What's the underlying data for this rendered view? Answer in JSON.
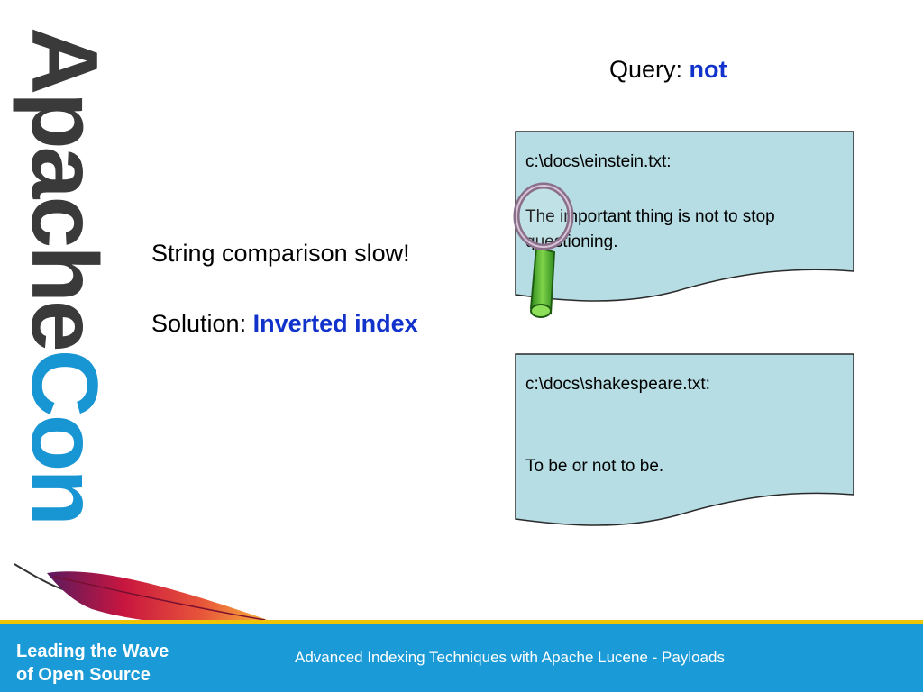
{
  "brand": {
    "apache": "Apache",
    "con": "Con",
    "tagline_line1": "Leading the Wave",
    "tagline_line2": "of Open Source"
  },
  "footer": {
    "title": "Advanced Indexing Techniques with Apache Lucene - Payloads"
  },
  "slide": {
    "line1": "String comparison slow!",
    "solution_label": "Solution: ",
    "solution_value": "Inverted index",
    "query_label": "Query: ",
    "query_value": "not"
  },
  "documents": [
    {
      "path": "c:\\docs\\einstein.txt:",
      "text": "The important thing is not to stop questioning."
    },
    {
      "path": "c:\\docs\\shakespeare.txt:",
      "text": "To be or not to be."
    }
  ],
  "colors": {
    "footer_blue": "#1a9ad6",
    "footer_stripe": "#f0c400",
    "highlight_blue": "#1133cc",
    "doc_fill": "#b5dde3",
    "brand_con_blue": "#1896d3"
  },
  "icons": [
    "feather-icon",
    "magnifier-icon"
  ]
}
